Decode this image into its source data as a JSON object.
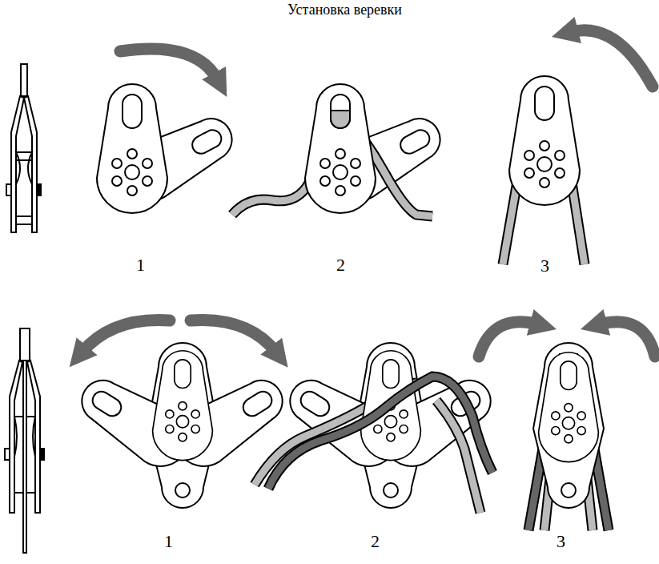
{
  "diagram": {
    "title": "Установка веревки",
    "labels": [
      "1",
      "2",
      "3",
      "1",
      "2",
      "3"
    ]
  }
}
